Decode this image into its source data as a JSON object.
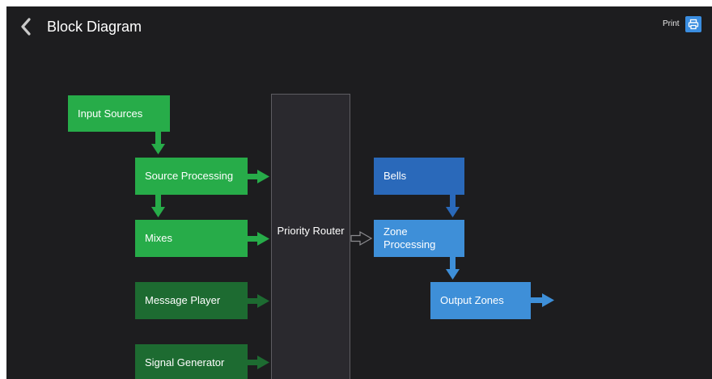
{
  "header": {
    "title": "Block Diagram",
    "print_label": "Print"
  },
  "diagram": {
    "input_sources": "Input Sources",
    "source_processing": "Source Processing",
    "mixes": "Mixes",
    "message_player": "Message Player",
    "signal_generator": "Signal Generator",
    "priority_router": "Priority Router",
    "bells": "Bells",
    "zone_processing": "Zone Processing",
    "output_zones": "Output Zones"
  },
  "colors": {
    "background": "#1d1d1f",
    "green": "#27ac49",
    "dark_green": "#1d6b31",
    "blue": "#2a69ba",
    "light_blue": "#3e8fd8",
    "router_fill": "#2a292e",
    "router_border": "#5e5d62",
    "accent": "#3a8de0"
  },
  "icons": {
    "back": "chevron-left-icon",
    "print": "printer-icon"
  }
}
